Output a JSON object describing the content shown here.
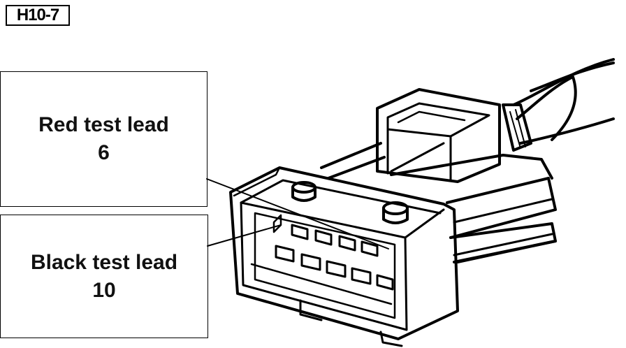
{
  "figure_id": "H10-7",
  "callouts": {
    "red": {
      "label": "Red test lead",
      "pin": "6"
    },
    "black": {
      "label": "Black test lead",
      "pin": "10"
    }
  },
  "icons": {
    "connector": "connector-icon",
    "wire_harness": "wire-harness-icon"
  },
  "colors": {
    "ink": "#000000",
    "background": "#ffffff"
  }
}
